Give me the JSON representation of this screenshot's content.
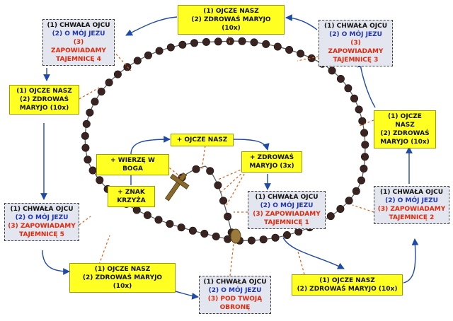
{
  "colors": {
    "yellow_box": "#ffff22",
    "grey_box": "#e3e6ee",
    "arrow": "#1f4aa8",
    "leader": "#e05a10",
    "bead": "#3a2422",
    "red_text": "#e02a10",
    "blue_text": "#1e35b8"
  },
  "boxes": {
    "start_creed": "+ WIERZĘ W BOGA",
    "start_cross_line1": "+ ZNAK",
    "start_cross_line2": "KRZYŻA",
    "start_our_father": "+ OJCZE NASZ",
    "start_hail_mary_line1": "+ ZDROWAŚ",
    "start_hail_mary_line2": "MARYJO (3x)",
    "d1": {
      "line1": "(1) CHWAŁA OJCU",
      "line2": "(2) O MÓJ JEZU",
      "line3": "(3) ZAPOWIADAMY",
      "line4": "TAJEMNICĘ 1"
    },
    "y1": {
      "line1": "(1) OJCZE NASZ",
      "line2": "(2) ZDROWAŚ MARYJO (10x)"
    },
    "d2": {
      "line1": "(1) CHWAŁA OJCU",
      "line2": "(2) O MÓJ JEZU",
      "line3": "(3) ZAPOWIADAMY",
      "line4": "TAJEMNICĘ 2"
    },
    "y2": {
      "line1": "(1) OJCZE NASZ",
      "line2": "(2) ZDROWAŚ",
      "line3": "MARYJO (10x)"
    },
    "d3": {
      "line1": "(1) CHWAŁA OJCU",
      "line2": "(2) O MÓJ JEZU",
      "line3": "(3) ZAPOWIADAMY",
      "line4": "TAJEMNICĘ 3"
    },
    "y3": {
      "line1": "(1) OJCZE NASZ",
      "line2": "(2) ZDROWAŚ MARYJO (10x)"
    },
    "d4": {
      "line1": "(1) CHWAŁA OJCU",
      "line2": "(2) O MÓJ JEZU",
      "line3": "(3) ZAPOWIADAMY",
      "line4": "TAJEMNICĘ 4"
    },
    "y4": {
      "line1": "(1) OJCZE NASZ",
      "line2": "(2) ZDROWAŚ",
      "line3": "MARYJO (10x)"
    },
    "d5": {
      "line1": "(1) CHWAŁA OJCU",
      "line2": "(2) O MÓJ JEZU",
      "line3": "(3) ZAPOWIADAMY",
      "line4": "TAJEMNICĘ 5"
    },
    "y5": {
      "line1": "(1) OJCZE NASZ",
      "line2": "(2) ZDROWAŚ MARYJO (10x)"
    },
    "final": {
      "line1": "(1) CHWAŁA OJCU",
      "line2": "(2) O MÓJ JEZU",
      "line3": "(3) POD TWOJĄ",
      "line4": "OBRONĘ"
    }
  }
}
